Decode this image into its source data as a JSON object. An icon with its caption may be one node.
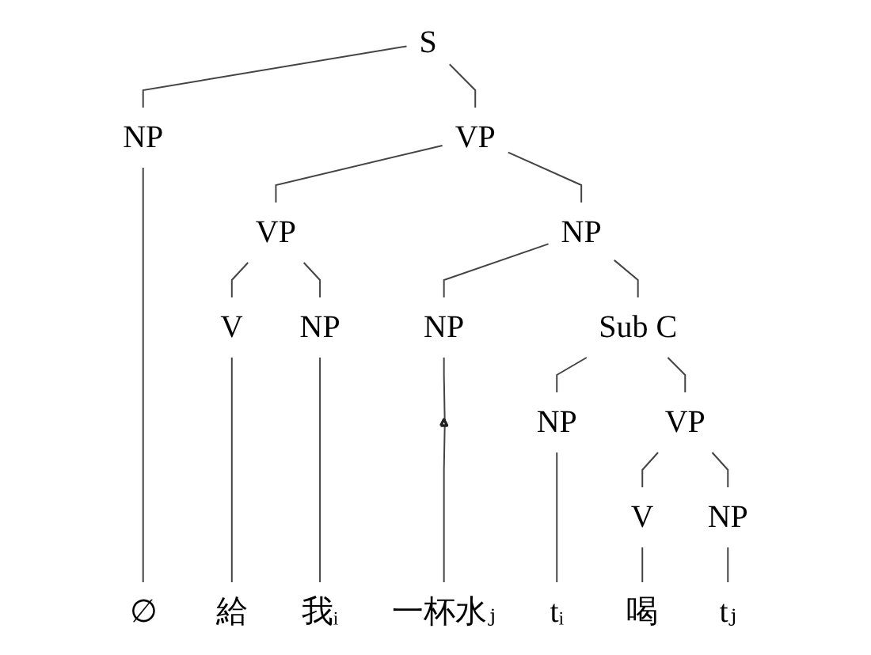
{
  "diagram": {
    "nodes": [
      {
        "text": [
          "S"
        ]
      },
      {
        "text": [
          "NP"
        ]
      },
      {
        "text": [
          "VP"
        ]
      },
      {
        "text": [
          "VP"
        ]
      },
      {
        "text": [
          "NP"
        ]
      },
      {
        "text": [
          "V"
        ]
      },
      {
        "text": [
          "NP"
        ]
      },
      {
        "text": [
          "NP"
        ]
      },
      {
        "text": [
          "Sub C"
        ]
      },
      {
        "text": [
          "NP"
        ]
      },
      {
        "text": [
          "VP"
        ]
      },
      {
        "text": [
          "V"
        ]
      },
      {
        "text": [
          "NP"
        ]
      },
      {
        "text": [],
        "shape": "triangle"
      },
      {
        "text": [
          "∅"
        ]
      },
      {
        "text": [
          "給"
        ]
      },
      {
        "text": [
          "我ᵢ"
        ]
      },
      {
        "text": [
          "一杯水ⱼ"
        ]
      },
      {
        "text": [
          "tᵢ"
        ]
      },
      {
        "text": [
          "喝"
        ]
      },
      {
        "text": [
          "tⱼ"
        ]
      }
    ],
    "edges": [
      {
        "from": 0,
        "to": 1,
        "arrow": "none"
      },
      {
        "from": 0,
        "to": 2,
        "arrow": "none"
      },
      {
        "from": 1,
        "to": 14,
        "arrow": "none"
      },
      {
        "from": 2,
        "to": 3,
        "arrow": "none"
      },
      {
        "from": 2,
        "to": 4,
        "arrow": "none"
      },
      {
        "from": 3,
        "to": 5,
        "arrow": "none"
      },
      {
        "from": 3,
        "to": 6,
        "arrow": "none"
      },
      {
        "from": 5,
        "to": 15,
        "arrow": "none"
      },
      {
        "from": 6,
        "to": 16,
        "arrow": "none"
      },
      {
        "from": 4,
        "to": 7,
        "arrow": "none"
      },
      {
        "from": 4,
        "to": 8,
        "arrow": "none"
      },
      {
        "from": 7,
        "to": 13,
        "arrow": "none"
      },
      {
        "from": 13,
        "to": 17,
        "arrow": "none"
      },
      {
        "from": 8,
        "to": 9,
        "arrow": "none"
      },
      {
        "from": 8,
        "to": 10,
        "arrow": "none"
      },
      {
        "from": 9,
        "to": 18,
        "arrow": "none"
      },
      {
        "from": 10,
        "to": 11,
        "arrow": "none"
      },
      {
        "from": 10,
        "to": 12,
        "arrow": "none"
      },
      {
        "from": 11,
        "to": 19,
        "arrow": "none"
      },
      {
        "from": 12,
        "to": 20,
        "arrow": "none"
      }
    ]
  }
}
